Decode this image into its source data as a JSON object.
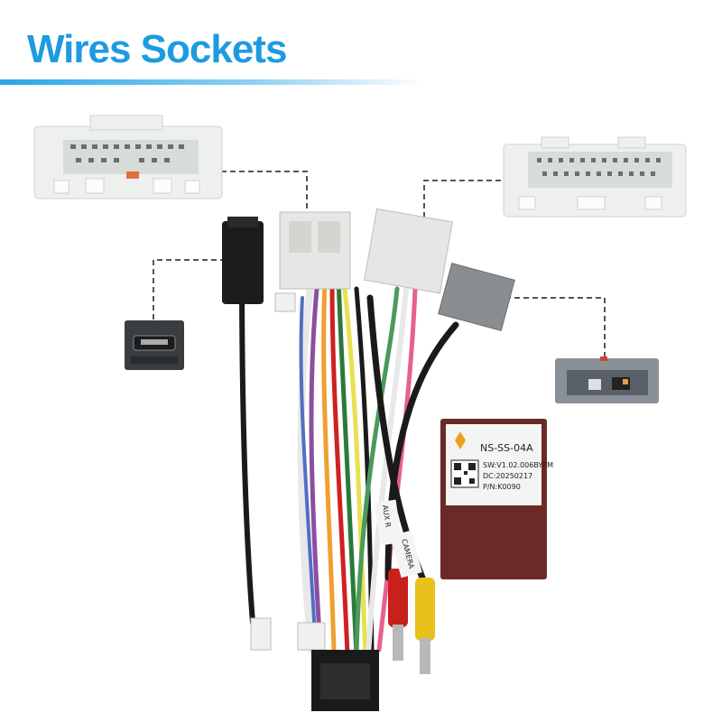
{
  "header": {
    "title": "Wires Sockets"
  },
  "module": {
    "model": "NS-SS-04A",
    "software": "SW:V1.02.006BYPM",
    "date": "DC:20250217",
    "part_number": "P/N:K0090"
  },
  "cables": {
    "aux_label": "AUX R",
    "camera_label": "CAMERA"
  },
  "colors": {
    "title": "#1e9be0",
    "module": "#6b2a28",
    "rca_red": "#c8201c",
    "rca_yellow": "#e8c21a"
  }
}
